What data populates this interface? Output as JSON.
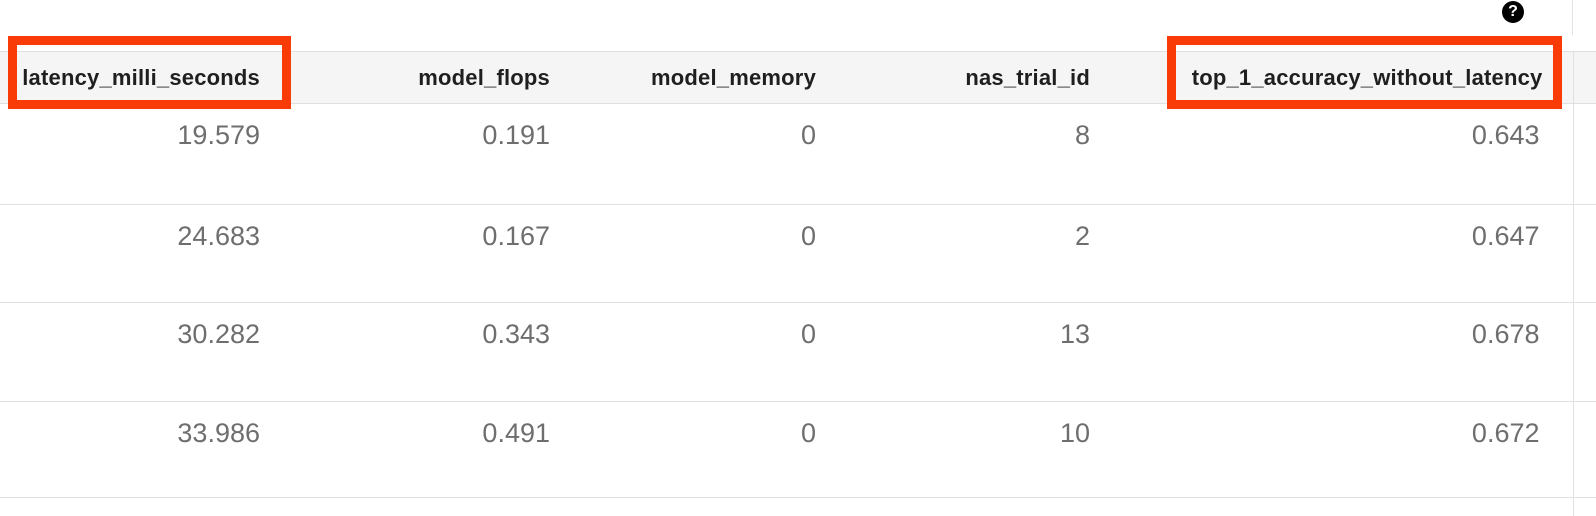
{
  "help": {
    "glyph": "?"
  },
  "accent_color": "#f93b08",
  "colors": {
    "header_background": "#f5f5f5",
    "row_border": "#e1e1e1",
    "header_text": "#1f1f1f",
    "value_text": "#6e6e6e"
  },
  "table": {
    "columns": [
      {
        "label": "latency_milli_seconds",
        "highlighted": true
      },
      {
        "label": "model_flops",
        "highlighted": false
      },
      {
        "label": "model_memory",
        "highlighted": false
      },
      {
        "label": "nas_trial_id",
        "highlighted": false
      },
      {
        "label": "top_1_accuracy_without_latency",
        "highlighted": true
      }
    ],
    "rows": [
      [
        "19.579",
        "0.191",
        "0",
        "8",
        "0.643"
      ],
      [
        "24.683",
        "0.167",
        "0",
        "2",
        "0.647"
      ],
      [
        "30.282",
        "0.343",
        "0",
        "13",
        "0.678"
      ],
      [
        "33.986",
        "0.491",
        "0",
        "10",
        "0.672"
      ]
    ]
  }
}
